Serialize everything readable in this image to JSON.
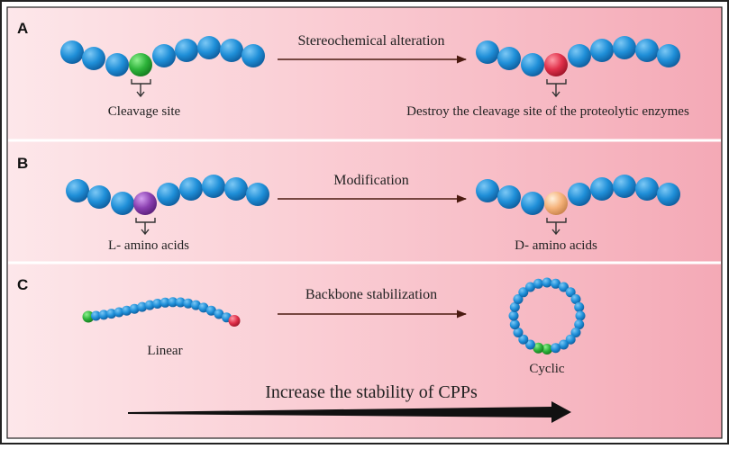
{
  "panels": [
    {
      "letter": "A",
      "arrow_label": "Stereochemical alteration",
      "left_label": "Cleavage site",
      "right_label": "Destroy the cleavage site of the proteolytic enzymes"
    },
    {
      "letter": "B",
      "arrow_label": "Modification",
      "left_label": "L- amino acids",
      "right_label": "D- amino acids"
    },
    {
      "letter": "C",
      "arrow_label": "Backbone stabilization",
      "left_label": "Linear",
      "right_label": "Cyclic"
    }
  ],
  "bottom_label": "Increase the stability of CPPs",
  "colors": {
    "bead_blue": "#1f8fd8",
    "bead_green": "#2db33a",
    "bead_red": "#e0304a",
    "bead_purple": "#8a3fb0",
    "bead_peach": "#f5b27a",
    "arrow": "#4a1a10",
    "panel_border": "#ffffff"
  }
}
